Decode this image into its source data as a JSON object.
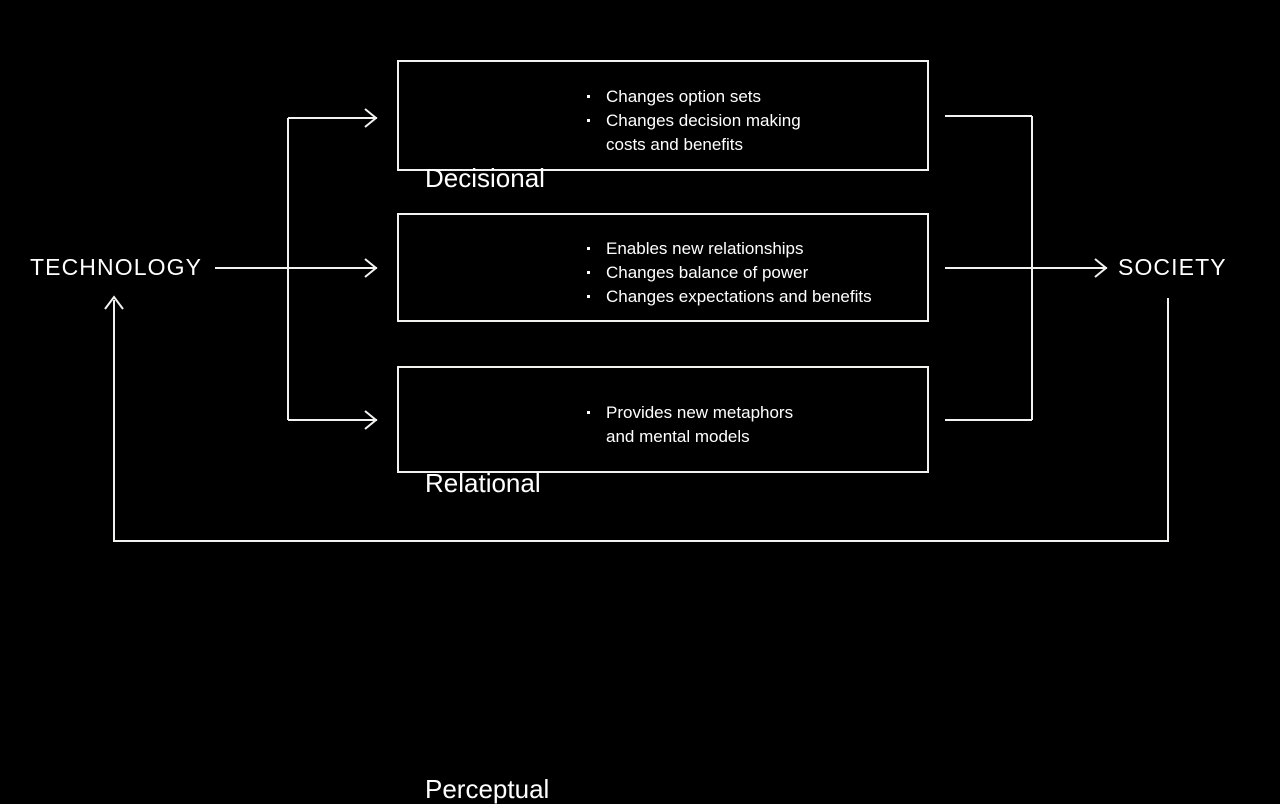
{
  "diagram": {
    "title_visible": false,
    "background_color": "#000000",
    "stroke_color": "#f2f2f0",
    "text_color": "#ffffff",
    "source_label": "TECHNOLOGY",
    "target_label": "SOCIETY",
    "factors": [
      {
        "id": "decisional",
        "title": "Decisional",
        "points": [
          "Changes option sets",
          "Changes decision making\ncosts and benefits"
        ]
      },
      {
        "id": "relational",
        "title": "Relational",
        "points": [
          "Enables new relationships",
          "Changes balance of power",
          "Changes expectations and benefits"
        ]
      },
      {
        "id": "perceptual",
        "title": "Perceptual",
        "points": [
          "Provides new metaphors\nand mental models"
        ]
      }
    ],
    "connectors": {
      "source_to_split": "arrow-right",
      "split_to_boxes": "three-branch-arrows",
      "boxes_to_merge": "three-branch-lines",
      "merge_to_target": "arrow-right",
      "feedback_loop": "society-back-to-technology-arrow-up"
    }
  }
}
